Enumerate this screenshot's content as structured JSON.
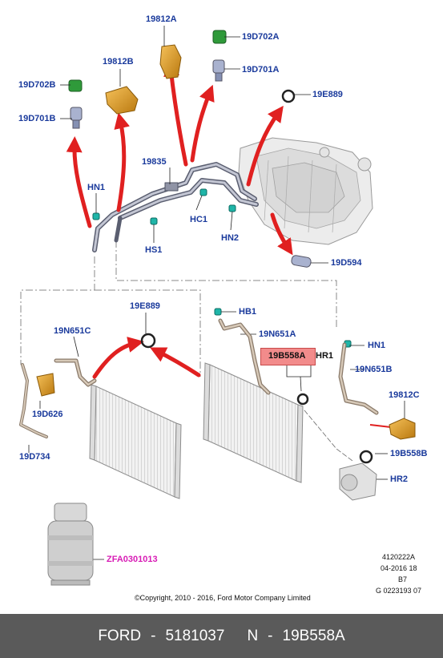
{
  "diagram": {
    "part_labels": {
      "p19812A": "19812A",
      "p19D702A": "19D702A",
      "p19D701A": "19D701A",
      "p19812B": "19812B",
      "p19D702B": "19D702B",
      "p19D701B": "19D701B",
      "p19E889_top": "19E889",
      "p19835": "19835",
      "pHN1_top": "HN1",
      "pHC1": "HC1",
      "pHN2": "HN2",
      "pHS1": "HS1",
      "p19D594": "19D594",
      "pHB1": "HB1",
      "p19E889_mid": "19E889",
      "p19N651C": "19N651C",
      "p19N651A": "19N651A",
      "p19B558A": "19B558A",
      "pHR1": "HR1",
      "pHN1_right": "HN1",
      "p19N651B": "19N651B",
      "p19812C": "19812C",
      "p19D626": "19D626",
      "p19D734": "19D734",
      "p19B558B": "19B558B",
      "pHR2": "HR2",
      "pZFA": "ZFA0301013"
    },
    "meta": {
      "line1": "4120222A",
      "line2": "04-2016 18",
      "line3": "B7",
      "line4": "G 0223193 07"
    },
    "copyright": "©Copyright, 2010 - 2016, Ford Motor Company Limited",
    "colors": {
      "label": "#1a3a9c",
      "arrow": "#e02020",
      "highlight": "#f28b8b",
      "connector": "#1fb5a8",
      "gold_part": "#e0a020"
    }
  },
  "footer": {
    "brand": "FORD",
    "sep1": "-",
    "part_number": "5181037",
    "code": "N",
    "sep2": "-",
    "part_code": "19B558A"
  }
}
